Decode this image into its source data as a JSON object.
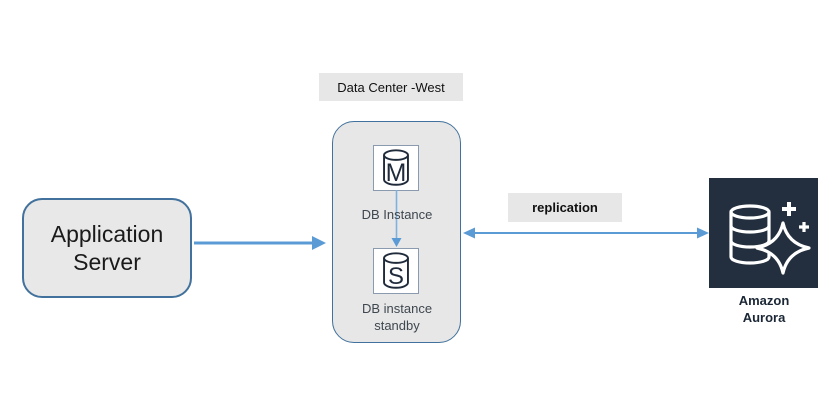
{
  "app_server": {
    "label": "Application\nServer"
  },
  "data_center": {
    "title": "Data Center -West",
    "primary": {
      "letter": "M",
      "label": "DB Instance"
    },
    "standby": {
      "letter": "S",
      "label": "DB instance\nstandby"
    }
  },
  "connections": {
    "replication_label": "replication"
  },
  "aurora": {
    "label": "Amazon\nAurora"
  },
  "colors": {
    "arrow_blue": "#5b9bd5",
    "shape_border_blue": "#41719c",
    "app_box_fill": "#e8e8e8",
    "label_fill_gray": "#e7e7e7",
    "aws_navy": "#232f3e",
    "db_icon_stroke": "#1f2a3a",
    "text_dark": "#1a1a1a"
  }
}
